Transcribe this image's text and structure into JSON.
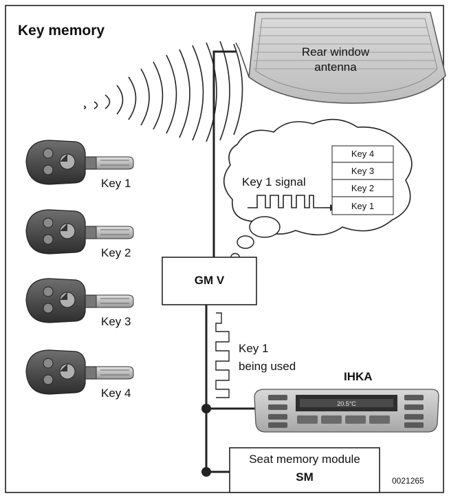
{
  "title": "Key memory",
  "antenna_label_line1": "Rear window",
  "antenna_label_line2": "antenna",
  "keys": [
    {
      "label": "Key 1"
    },
    {
      "label": "Key 2"
    },
    {
      "label": "Key 3"
    },
    {
      "label": "Key 4"
    }
  ],
  "signal_label": "Key 1 signal",
  "memory_stack": [
    "Key 4",
    "Key 3",
    "Key 2",
    "Key 1"
  ],
  "gmv_label": "GM V",
  "key_used_line1": "Key 1",
  "key_used_line2": "being used",
  "ihka_label": "IHKA",
  "ihka_display": "20.5°C",
  "seat_module_line1": "Seat memory module",
  "seat_module_line2": "SM",
  "reference_number": "0021265"
}
